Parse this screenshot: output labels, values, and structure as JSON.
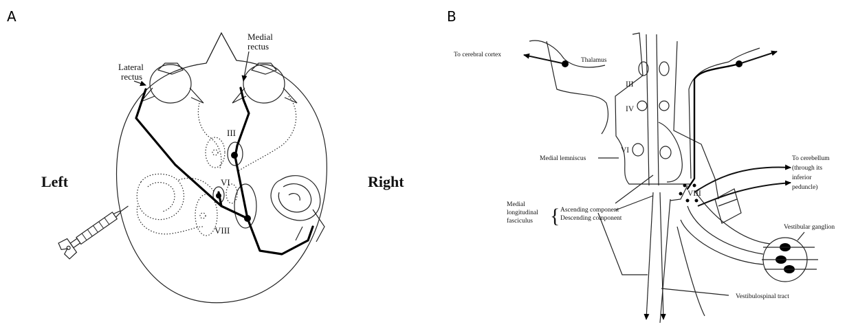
{
  "panel_a": {
    "letter": "A",
    "labels": {
      "lateral_rectus_1": "Lateral",
      "lateral_rectus_2": "rectus",
      "medial_rectus_1": "Medial",
      "medial_rectus_2": "rectus",
      "nucleus_iii": "III",
      "nucleus_vi": "VI",
      "nucleus_viii": "VIII",
      "left": "Left",
      "right": "Right"
    }
  },
  "panel_b": {
    "letter": "B",
    "labels": {
      "to_cerebral_cortex": "To cerebral cortex",
      "thalamus": "Thalamus",
      "nucleus_iii": "III",
      "nucleus_iv": "IV",
      "nucleus_vi": "VI",
      "nucleus_viii": "VIII",
      "medial_lemniscus": "Medial lemniscus",
      "to_cerebellum_1": "To cerebellum",
      "to_cerebellum_2": "(through its",
      "to_cerebellum_3": "inferior",
      "to_cerebellum_4": "peduncle)",
      "mlf_1": "Medial",
      "mlf_2": "longitudinal",
      "mlf_3": "fasciculus",
      "ascending": "Ascending component",
      "descending": "Descending component",
      "vestibular_ganglion": "Vestibular ganglion",
      "vestibulospinal_tract": "Vestibulospinal tract"
    }
  }
}
